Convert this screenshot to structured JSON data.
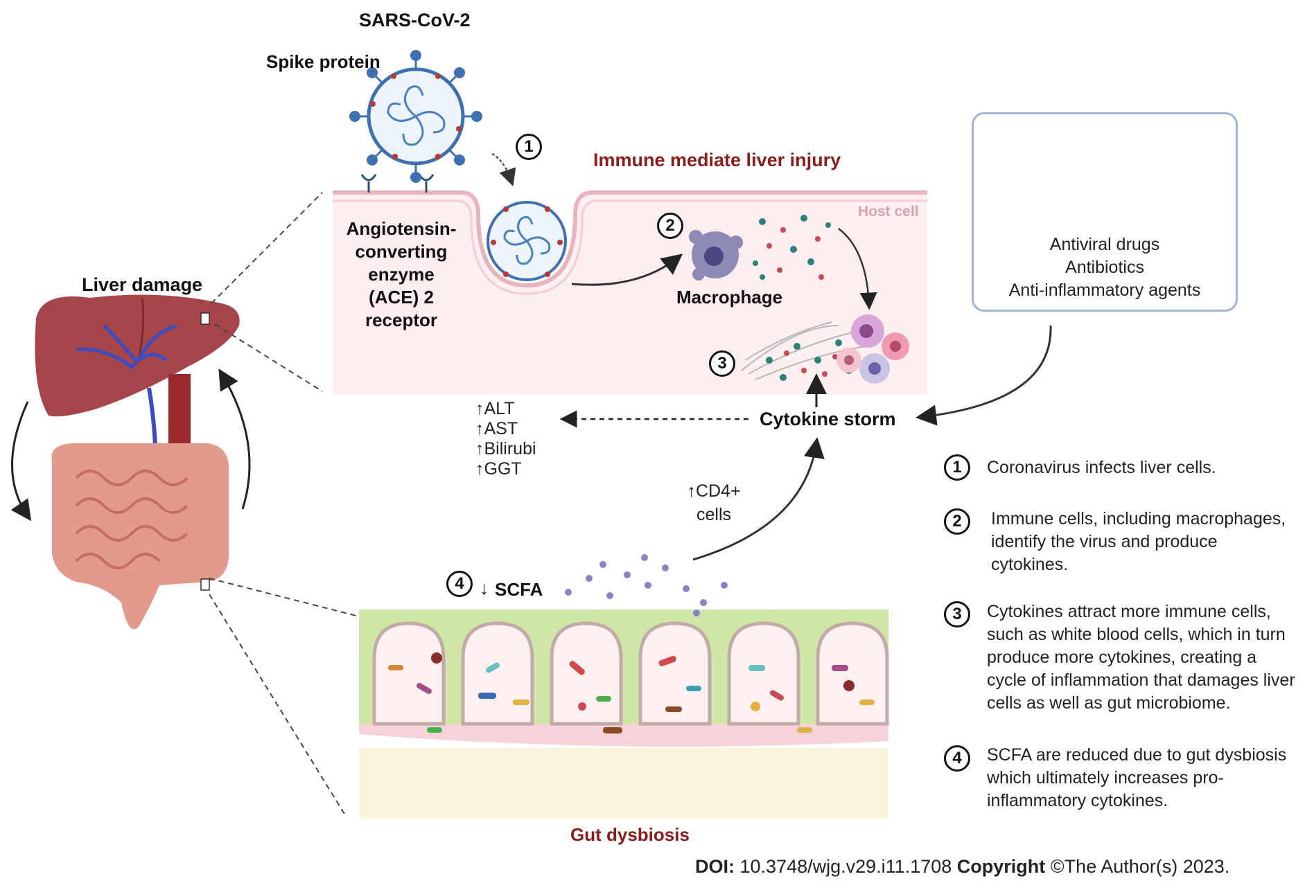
{
  "labels": {
    "sars_cov_2": "SARS-CoV-2",
    "spike_protein": "Spike protein",
    "liver_damage": "Liver damage",
    "ace2_receptor": [
      "Angiotensin-",
      "converting",
      "enzyme",
      "(ACE) 2",
      "receptor"
    ],
    "immune_liver_injury": "Immune mediate liver injury",
    "host_cell": "Host cell",
    "macrophage": "Macrophage",
    "cytokine_storm": "Cytokine storm",
    "gut_dysbiosis": "Gut dysbiosis",
    "scfa": "SCFA",
    "scfa_arrow": "↓",
    "cd4": [
      "↑CD4+",
      "cells"
    ],
    "liver_markers": [
      "↑ALT",
      "↑AST",
      "↑Bilirubi",
      "↑GGT"
    ]
  },
  "steps": [
    "1",
    "2",
    "3",
    "4"
  ],
  "treatments": [
    "Antiviral drugs",
    "Antibiotics",
    "Anti-inflammatory agents"
  ],
  "legend": [
    {
      "num": "1",
      "text": "Coronavirus infects liver cells."
    },
    {
      "num": "2",
      "text": "Immune cells, including macrophages, identify the virus and produce cytokines."
    },
    {
      "num": "3",
      "text": "Cytokines attract more immune cells, such as white blood cells, which in turn produce more cytokines, creating a cycle of inflammation that damages liver cells as well as gut microbiome."
    },
    {
      "num": "4",
      "text": "SCFA are reduced due to gut dysbiosis which ultimately increases pro-inflammatory cytokines."
    }
  ],
  "footer": {
    "doi_label": "DOI:",
    "doi_value": "10.3748/wjg.v29.i11.1708",
    "copyright_label": "Copyright",
    "copyright_value": "©The Author(s) 2023."
  },
  "colors": {
    "host_cell_bg": "#fdeef0",
    "membrane": "#e8b4bc",
    "virus_blue": "#3e6fb0",
    "spike_red": "#b33a3a",
    "liver": "#a6464a",
    "intestine": "#e29a8c",
    "villi_green": "#cfe6a6",
    "label_red": "#8a1c1c",
    "box_border": "#9fb3d6"
  }
}
